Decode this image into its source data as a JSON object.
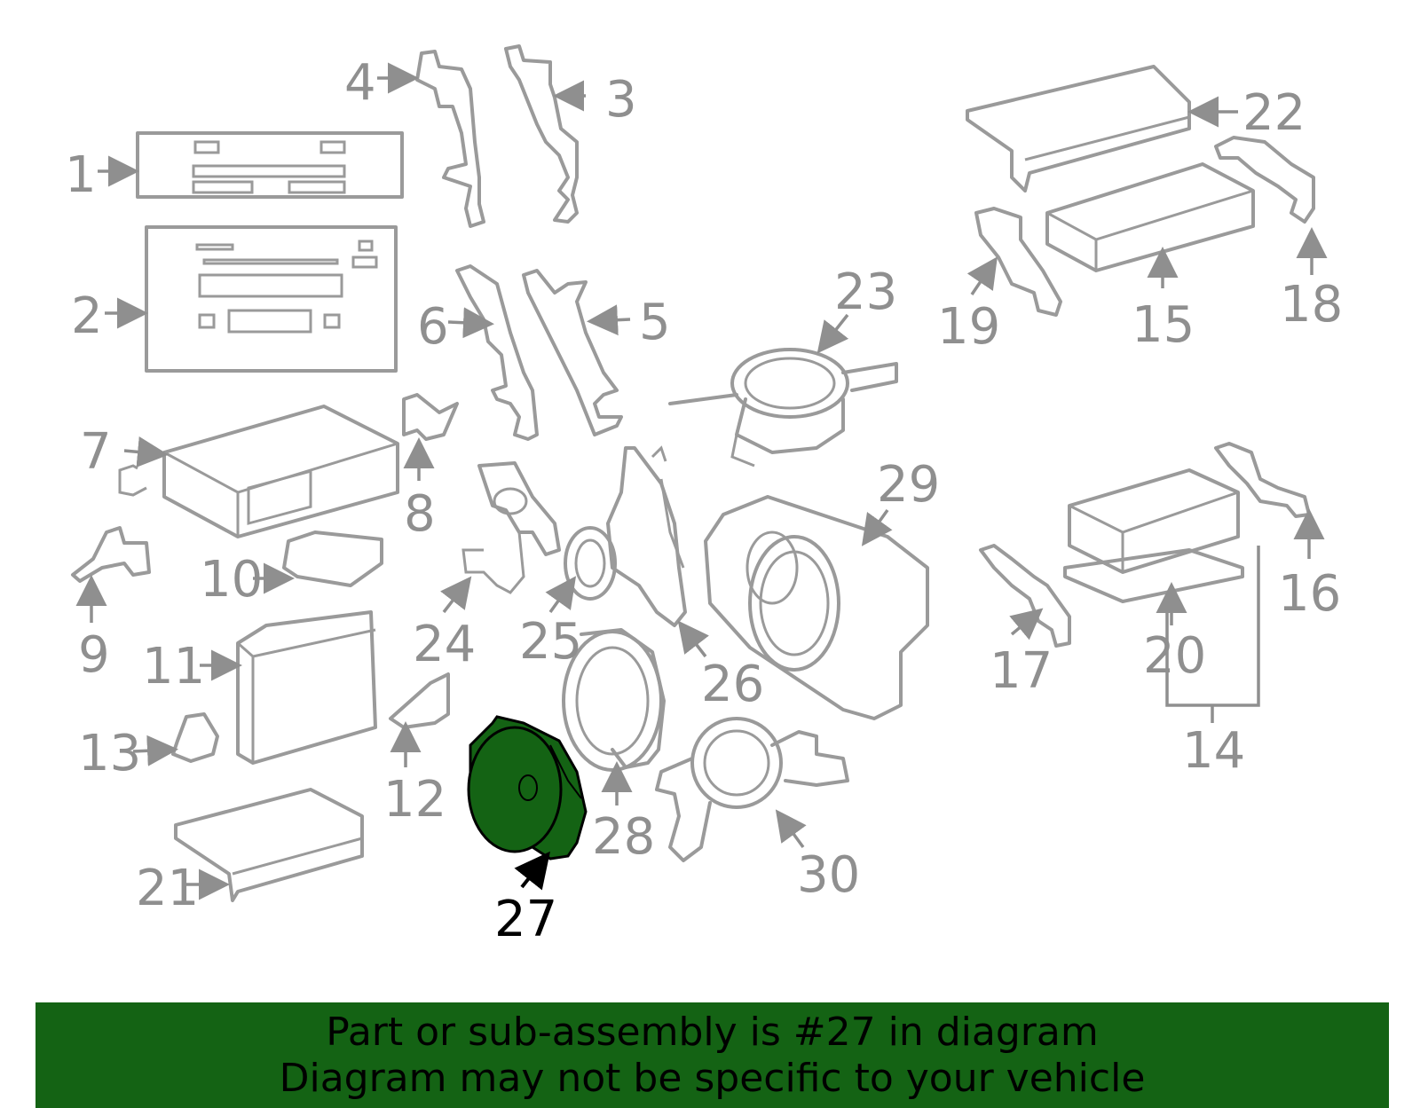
{
  "highlight": {
    "number": "27",
    "fill_color": "#146314",
    "label_color": "#000000"
  },
  "colors": {
    "part_stroke": "#9a9a9a",
    "label": "#8f8f8f",
    "banner_bg": "#146314"
  },
  "labels": [
    "1",
    "2",
    "3",
    "4",
    "5",
    "6",
    "7",
    "8",
    "9",
    "10",
    "11",
    "12",
    "13",
    "14",
    "15",
    "16",
    "17",
    "18",
    "19",
    "20",
    "21",
    "22",
    "23",
    "24",
    "25",
    "26",
    "27",
    "28",
    "29",
    "30"
  ],
  "banner": {
    "line1": "Part or sub-assembly is #27 in diagram",
    "line2": "Diagram may not be specific to your vehicle"
  }
}
